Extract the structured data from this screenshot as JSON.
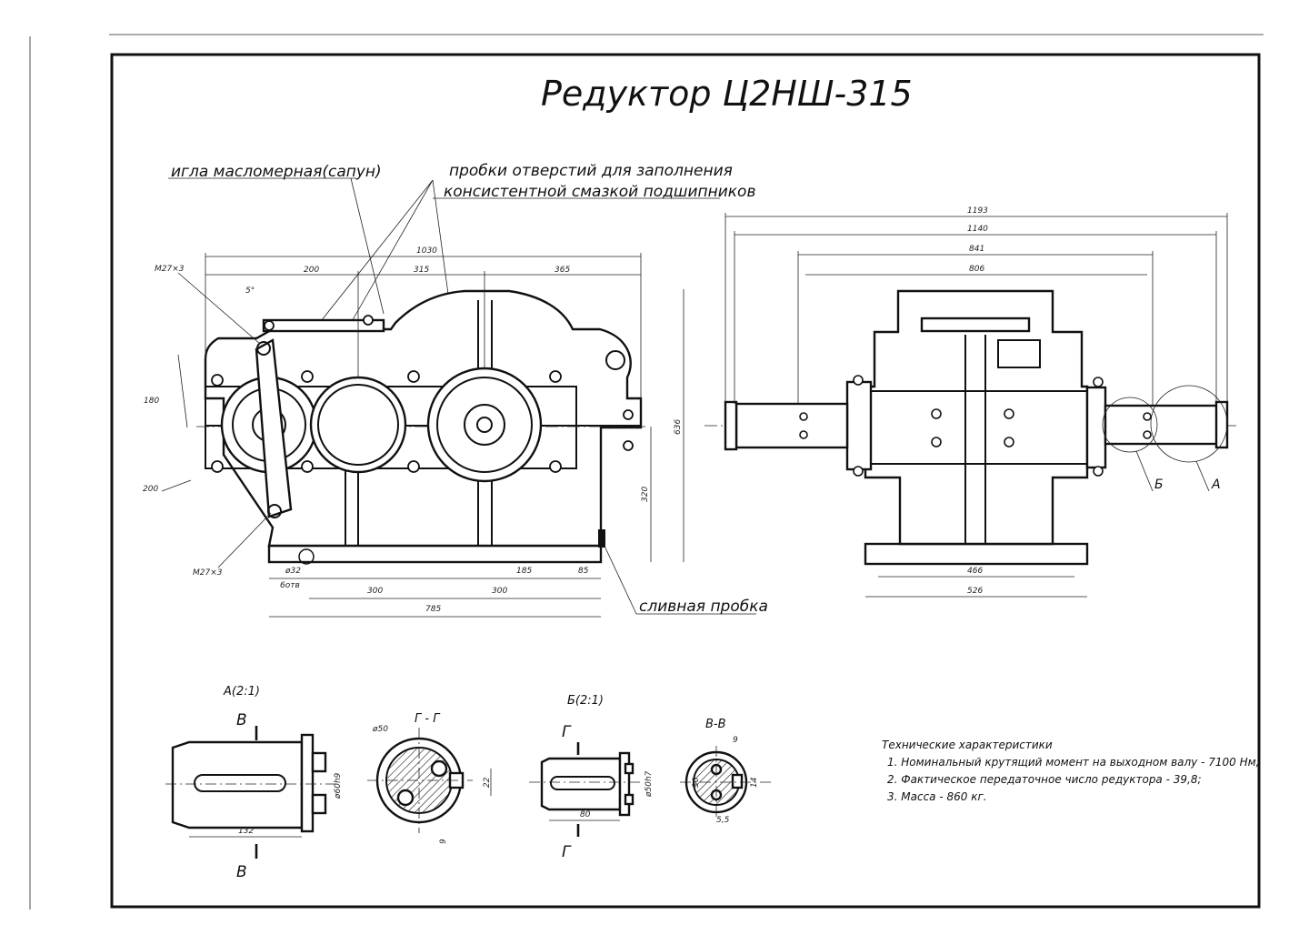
{
  "title": "Редуктор Ц2НШ-315",
  "callouts": {
    "oil_gauge": "игла масломерная(сапун)",
    "grease_plugs_line1": "пробки отверстий для заполнения",
    "grease_plugs_line2": "консистентной смазкой подшипников",
    "drain_plug": "сливная пробка"
  },
  "front_view_dims": {
    "overall_top": "1030",
    "seg1": "200",
    "seg2": "315",
    "seg3": "365",
    "angle": "5°",
    "thread_top": "M27×3",
    "thread_bottom": "M27×3",
    "left_180": "180",
    "left_200": "200",
    "height": "636",
    "axis_height": "320",
    "hole": "ø32",
    "holes_count": "6отв",
    "base1": "300",
    "base2": "300",
    "base3": "185",
    "base4": "85",
    "overall_base": "785"
  },
  "side_view_dims": {
    "d1193": "1193",
    "d1140": "1140",
    "d841": "841",
    "d806": "806",
    "d466": "466",
    "d526": "526",
    "label_b": "Б",
    "label_a": "А"
  },
  "detail_views": {
    "a_title": "А(2:1)",
    "section_v_top": "В",
    "section_v_bottom": "В",
    "a_dia": "ø60h9",
    "a_len": "132",
    "gg_title": "Г - Г",
    "gg_dia": "ø50",
    "gg_22": "22",
    "gg_9": "9",
    "b_title": "Б(2:1)",
    "section_g_top": "Г",
    "section_g_bottom": "Г",
    "b_dia": "ø50h7",
    "b_len": "80",
    "vv_title": "В-В",
    "vv_9": "9",
    "vv_30": "30",
    "vv_14": "14",
    "vv_55": "5,5"
  },
  "specs": {
    "heading": "Технические характеристики",
    "line1": "1. Номинальный крутящий момент на выходном валу - 7100 Нм;",
    "line2": "2. Фактическое передаточное число редуктора - 39,8;",
    "line3": "3. Масса - 860 кг."
  }
}
